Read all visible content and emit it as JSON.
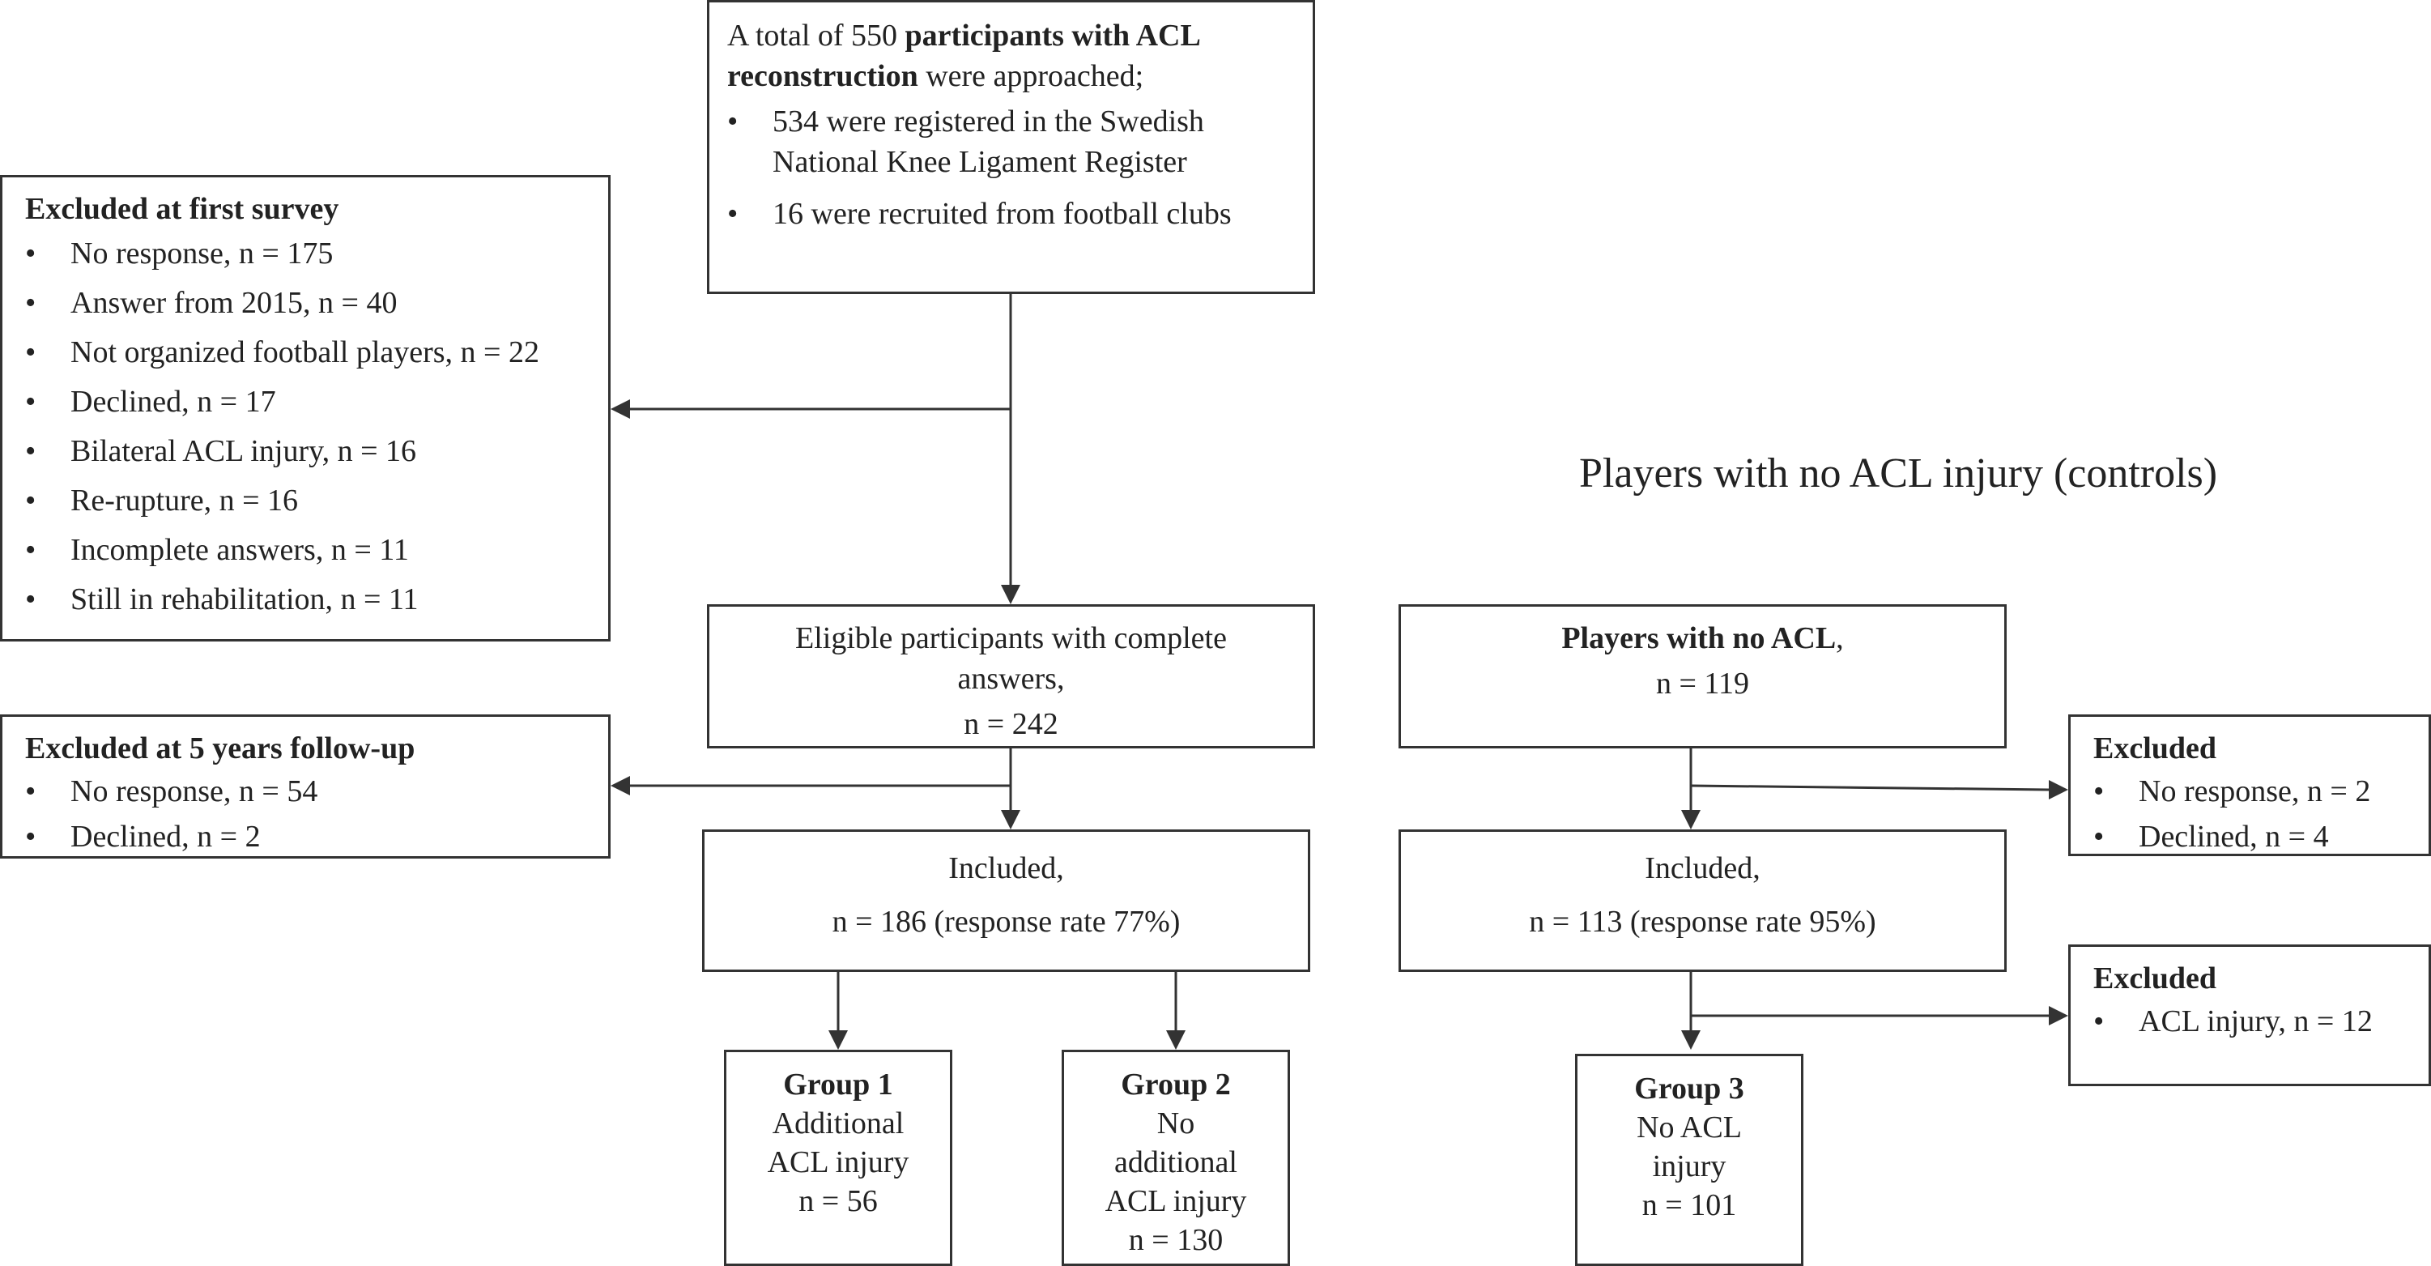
{
  "top_box": {
    "line1_pre": "A total of 550 ",
    "line1_bold": "participants with ACL reconstruction",
    "line1_post": " were approached;",
    "items": [
      "534 were registered in the Swedish National Knee Ligament Register",
      "16 were recruited from football clubs"
    ]
  },
  "excluded_first": {
    "title": "Excluded at first survey",
    "items": [
      "No response, n = 175",
      "Answer from 2015, n = 40",
      "Not organized football players, n = 22",
      "Declined, n = 17",
      "Bilateral ACL injury, n = 16",
      "Re-rupture, n = 16",
      "Incomplete answers, n = 11",
      "Still in rehabilitation, n = 11"
    ]
  },
  "eligible": {
    "line1": "Eligible participants with complete answers,",
    "line2": "n = 242"
  },
  "excluded_5yr": {
    "title": "Excluded at 5 years follow-up",
    "items": [
      "No response, n = 54",
      "Declined, n = 2"
    ]
  },
  "included_left": {
    "line1": "Included,",
    "line2": "n = 186 (response rate 77%)"
  },
  "group1": {
    "title": "Group 1",
    "lines": [
      "Additional",
      "ACL injury",
      "n = 56"
    ]
  },
  "group2": {
    "title": "Group 2",
    "lines": [
      "No",
      "additional",
      "ACL injury",
      "n = 130"
    ]
  },
  "controls_title": "Players with no ACL injury (controls)",
  "players_no_acl": {
    "bold": "Players with no ACL",
    "suffix": ",",
    "line2": "n = 119"
  },
  "excluded_right1": {
    "title": "Excluded",
    "items": [
      "No response, n = 2",
      "Declined, n = 4"
    ]
  },
  "included_right": {
    "line1": "Included,",
    "line2": "n = 113 (response rate 95%)"
  },
  "excluded_right2": {
    "title": "Excluded",
    "items": [
      "ACL injury, n = 12"
    ]
  },
  "group3": {
    "title": "Group 3",
    "lines": [
      "No ACL",
      "injury",
      "n = 101"
    ]
  }
}
